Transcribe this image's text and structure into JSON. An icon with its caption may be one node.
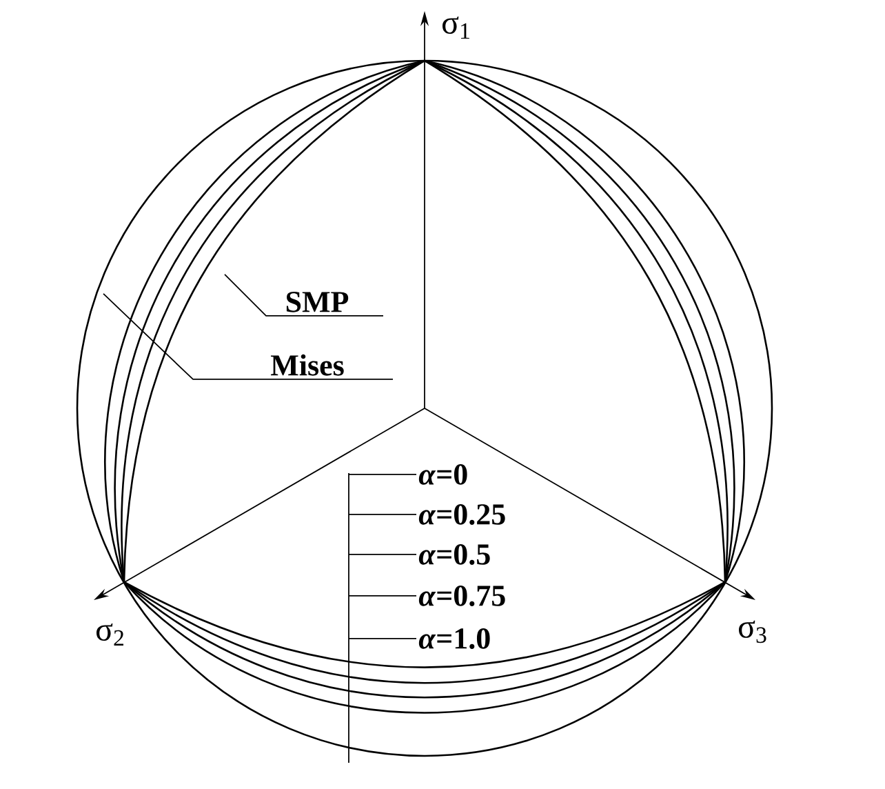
{
  "diagram": {
    "nodes": [
      {
        "text": [
          "SMP"
        ]
      },
      {
        "text": [
          "Mises"
        ]
      },
      {
        "text": [
          "*α*=0"
        ]
      },
      {
        "text": [
          "*α*=0.25"
        ]
      },
      {
        "text": [
          "*α*=0.5"
        ]
      },
      {
        "text": [
          "*α*=0.75"
        ]
      },
      {
        "text": [
          "*α*=1.0"
        ]
      }
    ],
    "edges": [
      {
        "from": 0,
        "to": null,
        "arrow": "none"
      },
      {
        "from": 1,
        "to": null,
        "arrow": "none"
      },
      {
        "from": 2,
        "to": null,
        "arrow": "none"
      },
      {
        "from": 3,
        "to": null,
        "arrow": "none"
      },
      {
        "from": 4,
        "to": null,
        "arrow": "none"
      },
      {
        "from": 5,
        "to": null,
        "arrow": "none"
      },
      {
        "from": 6,
        "to": null,
        "arrow": "none"
      }
    ],
    "labels": [
      "σ$_{1}$",
      "σ$_{2}$",
      "σ$_{3}$"
    ]
  }
}
